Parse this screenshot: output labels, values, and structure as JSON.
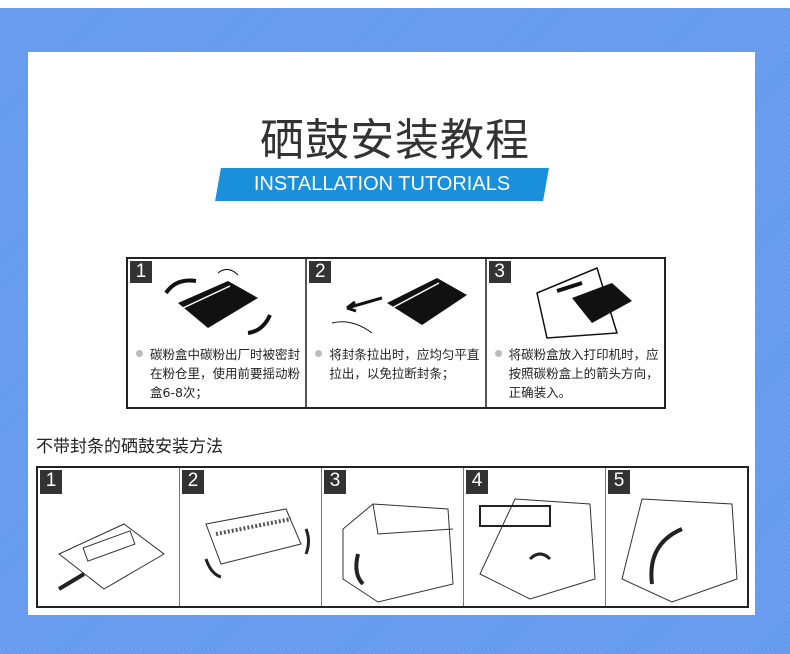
{
  "title": "硒鼓安装教程",
  "subtitle_en": "INSTALLATION TUTORIALS",
  "steps_with_seal": [
    {
      "number": "1",
      "text": "碳粉盒中碳粉出厂时被密封在粉仓里，使用前要摇动粉盒6-8次；"
    },
    {
      "number": "2",
      "text": "将封条拉出时，应均匀平直拉出，以免拉断封条；"
    },
    {
      "number": "3",
      "text": "将碳粉盒放入打印机时，应按照碳粉盒上的箭头方向，正确装入。"
    }
  ],
  "section_no_seal": {
    "heading": "不带封条的硒鼓安装方法",
    "steps": [
      {
        "number": "1"
      },
      {
        "number": "2"
      },
      {
        "number": "3"
      },
      {
        "number": "4"
      },
      {
        "number": "5"
      }
    ]
  },
  "colors": {
    "frame": "#6499ee",
    "banner": "#1a8fdc"
  }
}
